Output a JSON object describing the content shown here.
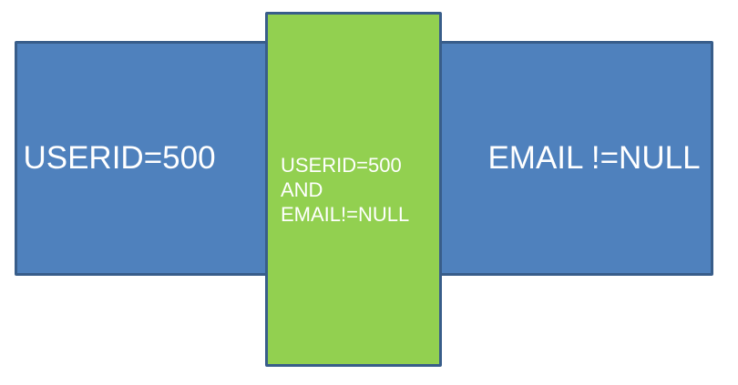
{
  "diagram": {
    "description": "Venn-style overlap diagram of two SQL predicates combined with AND",
    "left_block": {
      "label": "USERID=500"
    },
    "right_block": {
      "label": "EMAIL !=NULL"
    },
    "overlap_block": {
      "lines": [
        "USERID=500",
        "AND",
        "EMAIL!=NULL"
      ]
    },
    "colors": {
      "condition_fill": "#4f81bd",
      "overlap_fill": "#92d050",
      "shape_border": "#385d8a",
      "label_text": "#ffffff",
      "background": "#ffffff"
    }
  }
}
